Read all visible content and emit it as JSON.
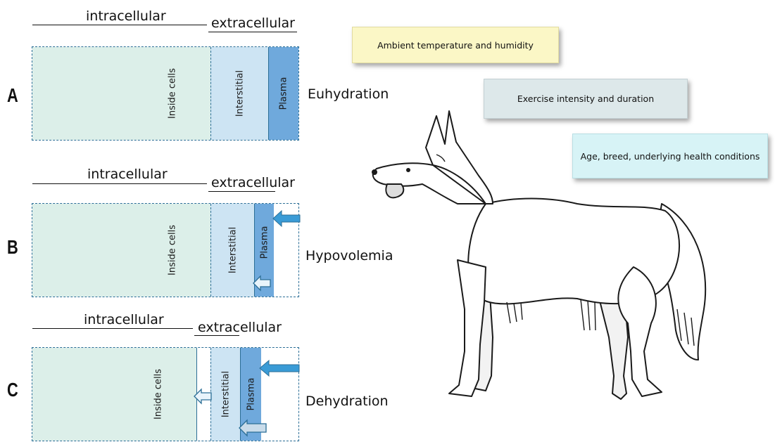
{
  "labels": {
    "intracellular": "intracellular",
    "extracellular": "extracellular",
    "inside_cells": "Inside cells",
    "interstitial": "Interstitial",
    "plasma": "Plasma"
  },
  "rows": [
    {
      "letter": "A",
      "state": "Euhydration"
    },
    {
      "letter": "B",
      "state": "Hypovolemia"
    },
    {
      "letter": "C",
      "state": "Dehydration"
    }
  ],
  "factors": [
    {
      "text": "Ambient temperature and humidity",
      "color": "#fbf7c6"
    },
    {
      "text": "Exercise intensity and duration",
      "color": "#dde8ea"
    },
    {
      "text": "Age, breed, underlying health conditions",
      "color": "#d7f3f6"
    }
  ],
  "colors": {
    "inside_cells": "#dcefe9",
    "interstitial": "#cde4f3",
    "plasma": "#6fa9dc",
    "border": "#2b6e96",
    "arrow_fill": "#3a9bd6"
  },
  "icons": [
    "dog-illustration",
    "inflow-arrow-icon",
    "shift-arrow-icon"
  ]
}
